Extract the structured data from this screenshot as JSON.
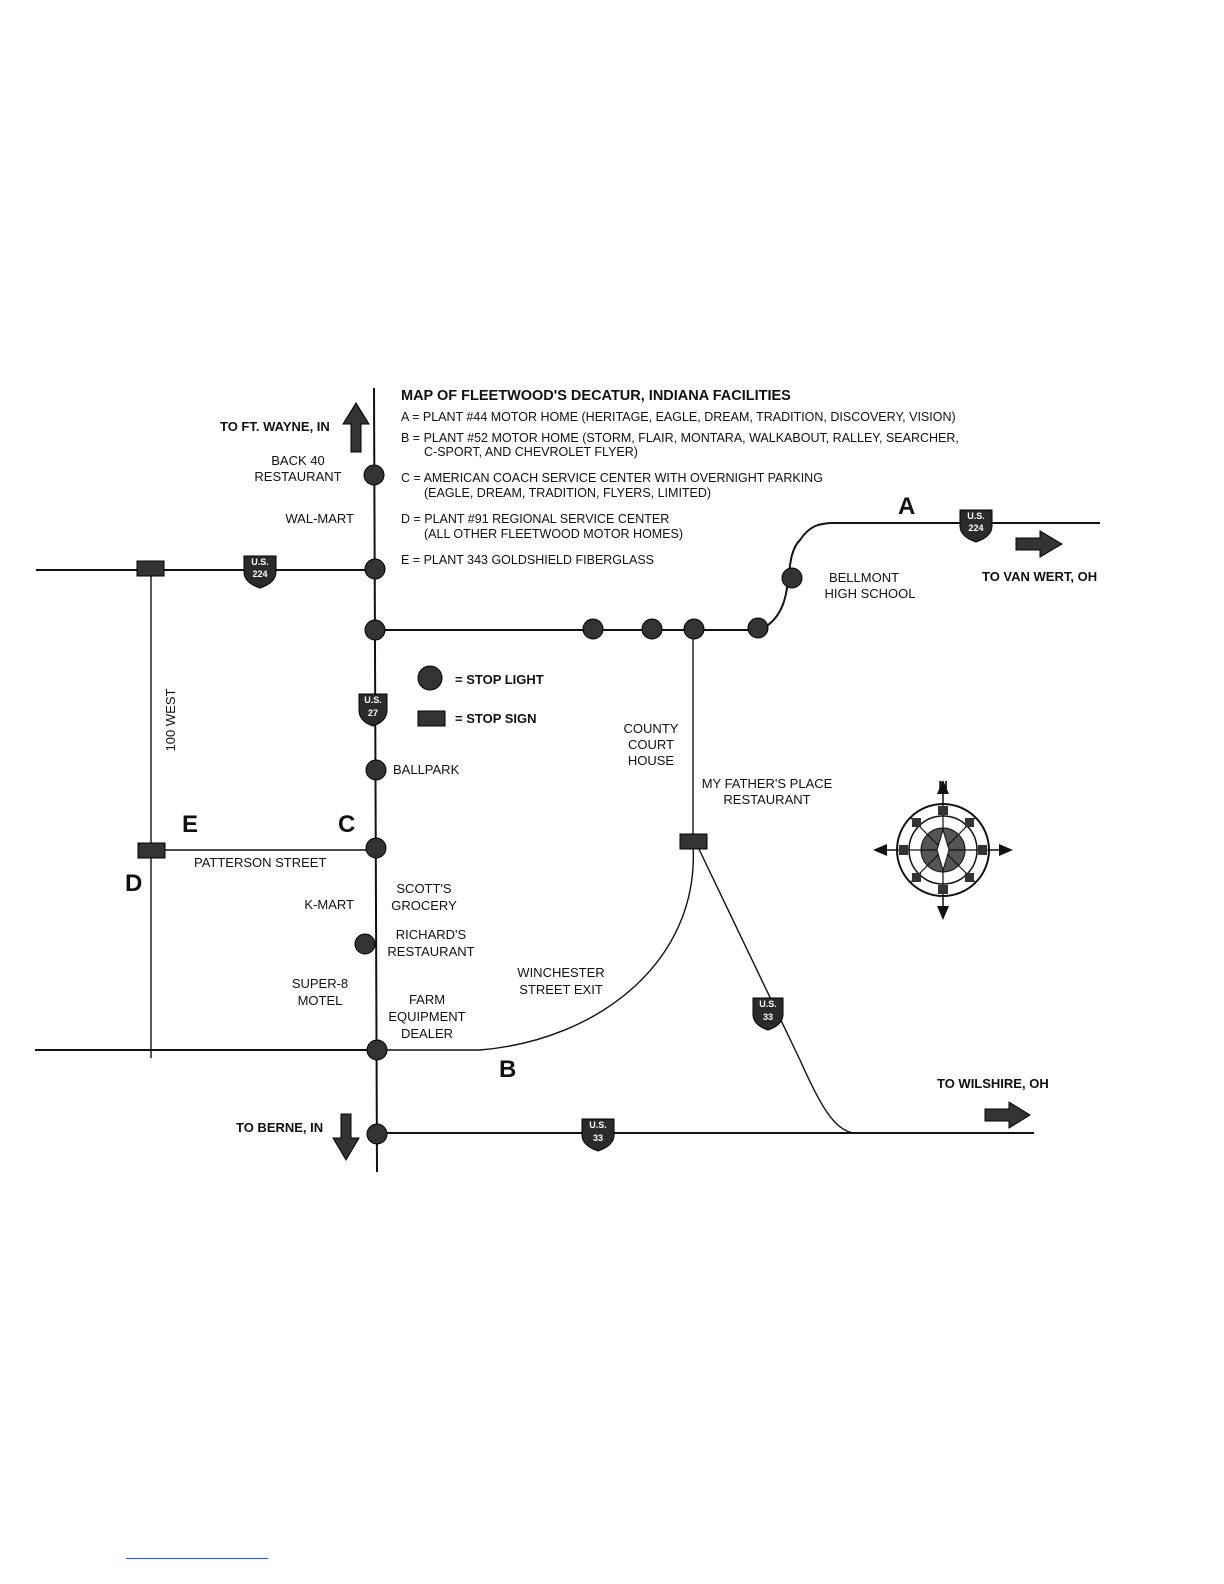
{
  "title": "MAP OF FLEETWOOD'S DECATUR, INDIANA FACILITIES",
  "legend_entries": [
    {
      "line1": "A = PLANT #44 MOTOR HOME (HERITAGE, EAGLE, DREAM, TRADITION, DISCOVERY, VISION)",
      "line2": ""
    },
    {
      "line1": "B = PLANT #52 MOTOR HOME (STORM, FLAIR, MONTARA, WALKABOUT, RALLEY, SEARCHER,",
      "line2": "C-SPORT, AND CHEVROLET FLYER)"
    },
    {
      "line1": "C = AMERICAN COACH SERVICE CENTER WITH OVERNIGHT PARKING",
      "line2": "(EAGLE, DREAM, TRADITION, FLYERS, LIMITED)"
    },
    {
      "line1": "D = PLANT #91 REGIONAL SERVICE CENTER",
      "line2": "(ALL OTHER FLEETWOOD MOTOR HOMES)"
    },
    {
      "line1": "E = PLANT 343 GOLDSHIELD FIBERGLASS",
      "line2": ""
    }
  ],
  "symbol_legend": {
    "stop_light": "= STOP LIGHT",
    "stop_sign": "= STOP SIGN"
  },
  "directions": {
    "ft_wayne": "TO FT. WAYNE, IN",
    "van_wert": "TO VAN WERT, OH",
    "berne": "TO BERNE, IN",
    "wilshire": "TO WILSHIRE, OH"
  },
  "places": {
    "back40_1": "BACK 40",
    "back40_2": "RESTAURANT",
    "walmart": "WAL-MART",
    "bellmont_1": "BELLMONT",
    "bellmont_2": "HIGH SCHOOL",
    "ballpark": "BALLPARK",
    "courthouse_1": "COUNTY",
    "courthouse_2": "COURT",
    "courthouse_3": "HOUSE",
    "fathers_1": "MY FATHER'S PLACE",
    "fathers_2": "RESTAURANT",
    "patterson": "PATTERSON STREET",
    "kmart": "K-MART",
    "scotts_1": "SCOTT'S",
    "scotts_2": "GROCERY",
    "richards_1": "RICHARD'S",
    "richards_2": "RESTAURANT",
    "super8_1": "SUPER-8",
    "super8_2": "MOTEL",
    "farm_1": "FARM",
    "farm_2": "EQUIPMENT",
    "farm_3": "DEALER",
    "winchester_1": "WINCHESTER",
    "winchester_2": "STREET EXIT",
    "west100": "100 WEST"
  },
  "facility_letters": {
    "a": "A",
    "b": "B",
    "c": "C",
    "d": "D",
    "e": "E"
  },
  "route_shields": {
    "us224": "224",
    "us27": "27",
    "us33": "33",
    "us_prefix": "U.S."
  },
  "compass": {
    "north": "N"
  }
}
